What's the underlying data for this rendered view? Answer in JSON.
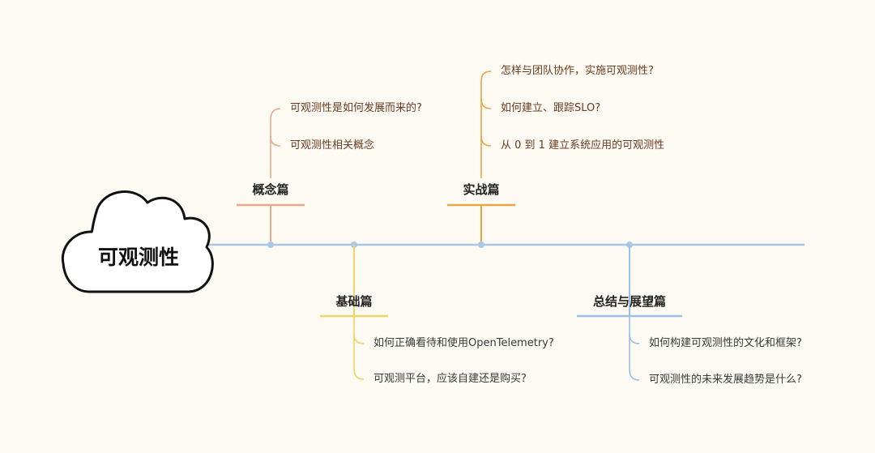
{
  "root": {
    "title": "可观测性"
  },
  "branches": [
    {
      "title": "概念篇",
      "color": "#e9a98a",
      "items": [
        "可观测性是如何发展而来的?",
        "可观测性相关概念"
      ]
    },
    {
      "title": "基础篇",
      "color": "#ecd56b",
      "items": [
        "如何正确看待和使用OpenTelemetry?",
        "可观测平台，应该自建还是购买?"
      ]
    },
    {
      "title": "实战篇",
      "color": "#e9a646",
      "items": [
        "怎样与团队协作，实施可观测性?",
        "如何建立、跟踪SLO?",
        "从 0 到 1 建立系统应用的可观测性"
      ]
    },
    {
      "title": "总结与展望篇",
      "color": "#9cc1e3",
      "items": [
        "如何构建可观测性的文化和框架?",
        "可观测性的未来发展趋势是什么?"
      ]
    }
  ],
  "colors": {
    "spine": "#a9c8e8",
    "background": "#fcfaf3",
    "item_text_upper": "#6b3a1f",
    "item_text_lower": "#3a3a3a"
  }
}
